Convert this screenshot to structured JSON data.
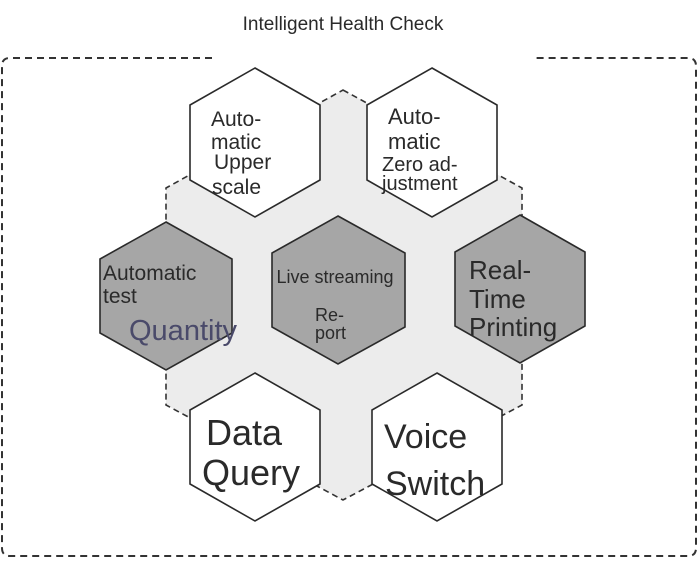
{
  "title": "Intelligent Health Check",
  "colors": {
    "frame_stroke": "#333333",
    "hub_fill": "#ececec",
    "hex_white": "#ffffff",
    "hex_gray": "#a6a6a6",
    "hex_stroke": "#2a2a2a",
    "text": "#2a2a2a",
    "text_muted": "#4a4a6a"
  },
  "hexes": {
    "upper_scale": {
      "lines": [
        "Auto-",
        "matic",
        "Upper",
        "scale"
      ],
      "fill": "white"
    },
    "zero_adjust": {
      "lines": [
        "Auto-",
        "matic",
        "Zero ad-",
        "justment"
      ],
      "fill": "white"
    },
    "auto_test": {
      "lines": [
        "Automatic",
        "test"
      ],
      "fill": "gray"
    },
    "quantity": {
      "lines": [
        "Quantity"
      ]
    },
    "live_report": {
      "lines": [
        "Live streaming",
        "Re-",
        "port"
      ],
      "fill": "gray"
    },
    "real_time": {
      "lines": [
        "Real-",
        "Time",
        "Printing"
      ],
      "fill": "gray"
    },
    "data_query": {
      "lines": [
        "Data",
        "Query"
      ],
      "fill": "white"
    },
    "voice_switch": {
      "lines": [
        "Voice",
        "Switch"
      ],
      "fill": "white"
    }
  }
}
